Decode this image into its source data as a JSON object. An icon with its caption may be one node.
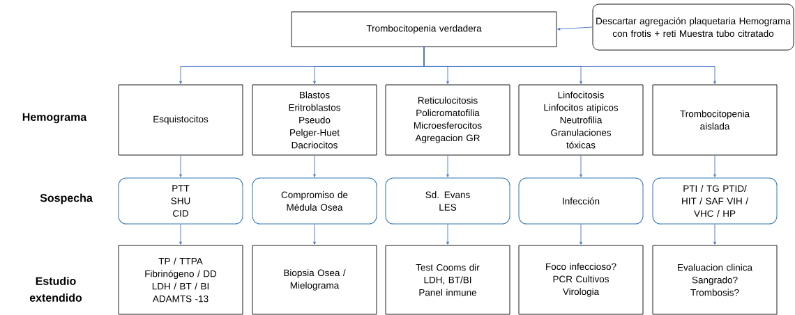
{
  "diagram": {
    "nodes": [
      {
        "text": [
          "Trombocitopenia verdadera"
        ]
      },
      {
        "text": [
          "Descartar agregación plaquetaria Hemograma con frotis + reti Muestra tubo citratado"
        ]
      },
      {
        "text": [
          "Esquistocitos"
        ]
      },
      {
        "text": [
          "Blastos Eritroblastos Pseudo Pelger-Huet Dacriocitos"
        ]
      },
      {
        "text": [
          "Reticulocitosis Policromatofilia Microesferocitos Agregacion GR"
        ]
      },
      {
        "text": [
          "Linfocitosis Linfocitos atipicos Neutrofilia Granulaciones tóxicas"
        ]
      },
      {
        "text": [
          "Trombocitopenia aislada"
        ]
      },
      {
        "text": [
          "PTT SHU CID"
        ]
      },
      {
        "text": [
          "Compromiso de Médula Osea"
        ]
      },
      {
        "text": [
          "Sd. Evans LES"
        ]
      },
      {
        "text": [
          "Infección"
        ]
      },
      {
        "text": [
          "PTI / TG PTID/ HIT / SAF VIH / VHC / HP"
        ]
      },
      {
        "text": [
          "TP / TTPA Fibrinógeno / DD LDH / BT / BI ADAMTS -13"
        ]
      },
      {
        "text": [
          "Biopsia Osea / Mielograma"
        ]
      },
      {
        "text": [
          "Test Cooms dir LDH, BT/BI Panel inmune"
        ]
      },
      {
        "text": [
          "Foco infeccioso? PCR Cultivos Virologia"
        ]
      },
      {
        "text": [
          "Evaluacion clinica Sangrado? Trombosis?"
        ]
      }
    ],
    "edges": [
      {
        "from": 1,
        "to": 0,
        "arrow": "to"
      },
      {
        "from": 0,
        "to": 2,
        "arrow": "to"
      },
      {
        "from": 0,
        "to": 3,
        "arrow": "to"
      },
      {
        "from": 0,
        "to": 4,
        "arrow": "to"
      },
      {
        "from": 0,
        "to": 5,
        "arrow": "to"
      },
      {
        "from": 0,
        "to": 6,
        "arrow": "to"
      },
      {
        "from": 2,
        "to": 7,
        "arrow": "to"
      },
      {
        "from": 3,
        "to": 8,
        "arrow": "to"
      },
      {
        "from": 4,
        "to": 9,
        "arrow": "to"
      },
      {
        "from": 5,
        "to": 10,
        "arrow": "to"
      },
      {
        "from": 6,
        "to": 11,
        "arrow": "to"
      },
      {
        "from": 7,
        "to": 12,
        "arrow": "to"
      },
      {
        "from": 8,
        "to": 13,
        "arrow": "to"
      },
      {
        "from": 9,
        "to": 14,
        "arrow": "to"
      },
      {
        "from": 10,
        "to": 15,
        "arrow": "to"
      },
      {
        "from": 11,
        "to": 16,
        "arrow": "to"
      }
    ],
    "labels": [
      "Hemograma",
      "Sospecha",
      "Estudio extendido"
    ]
  }
}
